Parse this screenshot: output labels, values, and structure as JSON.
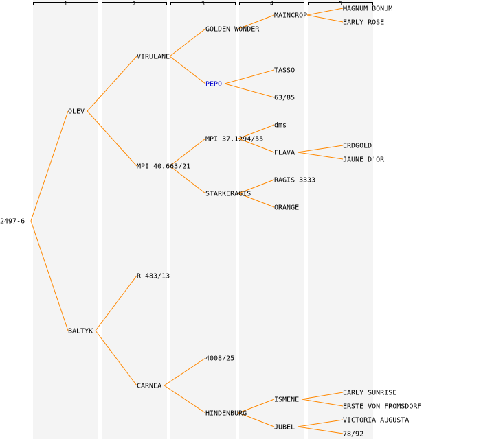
{
  "columns": [
    "1",
    "2",
    "3",
    "4",
    "5"
  ],
  "colors": {
    "edge": "#ff8800",
    "link": "#0000cc",
    "text": "#000000",
    "background": "#f4f4f4"
  },
  "nodes": [
    {
      "id": "root",
      "label": "2497-6",
      "level": 0,
      "row": 31
    },
    {
      "id": "olev",
      "label": "OLEV",
      "level": 1,
      "row": 15
    },
    {
      "id": "baltyk",
      "label": "BALTYK",
      "level": 1,
      "row": 47
    },
    {
      "id": "virulane",
      "label": "VIRULANE",
      "level": 2,
      "row": 7
    },
    {
      "id": "mpi40",
      "label": "MPI 40.663/21",
      "level": 2,
      "row": 23
    },
    {
      "id": "r483",
      "label": "R-483/13",
      "level": 2,
      "row": 39
    },
    {
      "id": "carnea",
      "label": "CARNEA",
      "level": 2,
      "row": 55
    },
    {
      "id": "golden",
      "label": "GOLDEN WONDER",
      "level": 3,
      "row": 3
    },
    {
      "id": "pepo",
      "label": "PEPO",
      "level": 3,
      "row": 11,
      "link": true
    },
    {
      "id": "mpi37",
      "label": "MPI 37.1294/55",
      "level": 3,
      "row": 19
    },
    {
      "id": "starkeragis",
      "label": "STARKERAGIS",
      "level": 3,
      "row": 27
    },
    {
      "id": "n4008",
      "label": "4008/25",
      "level": 3,
      "row": 51
    },
    {
      "id": "hindenburg",
      "label": "HINDENBURG",
      "level": 3,
      "row": 59
    },
    {
      "id": "maincrop",
      "label": "MAINCROP",
      "level": 4,
      "row": 1
    },
    {
      "id": "tasso",
      "label": "TASSO",
      "level": 4,
      "row": 9
    },
    {
      "id": "n6385",
      "label": "63/85",
      "level": 4,
      "row": 13
    },
    {
      "id": "dms",
      "label": "dms",
      "level": 4,
      "row": 17
    },
    {
      "id": "flava",
      "label": "FLAVA",
      "level": 4,
      "row": 21
    },
    {
      "id": "ragis",
      "label": "RAGIS 3333",
      "level": 4,
      "row": 25
    },
    {
      "id": "orange",
      "label": "ORANGE",
      "level": 4,
      "row": 29
    },
    {
      "id": "ismene",
      "label": "ISMENE",
      "level": 4,
      "row": 57
    },
    {
      "id": "jubel",
      "label": "JUBEL",
      "level": 4,
      "row": 61
    },
    {
      "id": "magnum",
      "label": "MAGNUM BONUM",
      "level": 5,
      "row": 0
    },
    {
      "id": "earlyrose",
      "label": "EARLY ROSE",
      "level": 5,
      "row": 2
    },
    {
      "id": "erdgold",
      "label": "ERDGOLD",
      "level": 5,
      "row": 20
    },
    {
      "id": "jaune",
      "label": "JAUNE D'OR",
      "level": 5,
      "row": 22
    },
    {
      "id": "earlysunrise",
      "label": "EARLY SUNRISE",
      "level": 5,
      "row": 56
    },
    {
      "id": "erste",
      "label": "ERSTE VON FROMSDORF",
      "level": 5,
      "row": 58
    },
    {
      "id": "victoria",
      "label": "VICTORIA AUGUSTA",
      "level": 5,
      "row": 60
    },
    {
      "id": "n7892",
      "label": "78/92",
      "level": 5,
      "row": 62
    }
  ],
  "edges": [
    [
      "root",
      "olev"
    ],
    [
      "root",
      "baltyk"
    ],
    [
      "olev",
      "virulane"
    ],
    [
      "olev",
      "mpi40"
    ],
    [
      "baltyk",
      "r483"
    ],
    [
      "baltyk",
      "carnea"
    ],
    [
      "virulane",
      "golden"
    ],
    [
      "virulane",
      "pepo"
    ],
    [
      "mpi40",
      "mpi37"
    ],
    [
      "mpi40",
      "starkeragis"
    ],
    [
      "carnea",
      "n4008"
    ],
    [
      "carnea",
      "hindenburg"
    ],
    [
      "golden",
      "maincrop"
    ],
    [
      "pepo",
      "tasso"
    ],
    [
      "pepo",
      "n6385"
    ],
    [
      "mpi37",
      "dms"
    ],
    [
      "mpi37",
      "flava"
    ],
    [
      "starkeragis",
      "ragis"
    ],
    [
      "starkeragis",
      "orange"
    ],
    [
      "hindenburg",
      "ismene"
    ],
    [
      "hindenburg",
      "jubel"
    ],
    [
      "maincrop",
      "magnum"
    ],
    [
      "maincrop",
      "earlyrose"
    ],
    [
      "flava",
      "erdgold"
    ],
    [
      "flava",
      "jaune"
    ],
    [
      "ismene",
      "earlysunrise"
    ],
    [
      "ismene",
      "erste"
    ],
    [
      "jubel",
      "victoria"
    ],
    [
      "jubel",
      "n7892"
    ]
  ]
}
